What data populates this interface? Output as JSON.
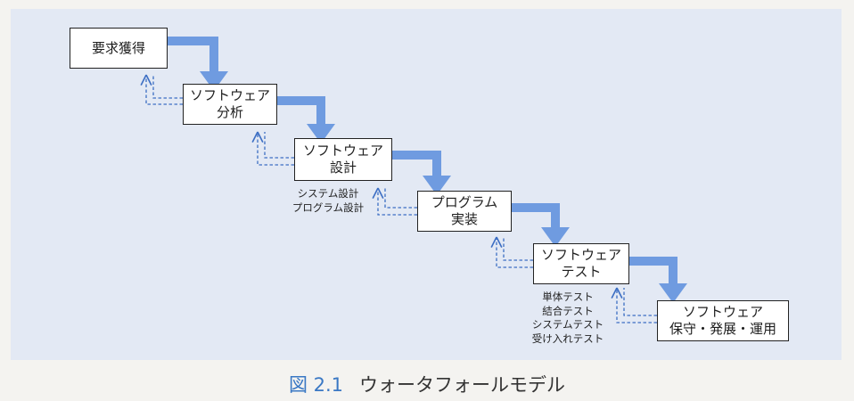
{
  "colors": {
    "panel": "#e3e9f4",
    "flow_arrow": "#6f9be0",
    "feedback_arrow": "#3d6fc4",
    "caption_label": "#3a78c4"
  },
  "boxes": [
    {
      "lines": [
        "要求獲得"
      ]
    },
    {
      "lines": [
        "ソフトウェア",
        "分析"
      ]
    },
    {
      "lines": [
        "ソフトウェア",
        "設計"
      ]
    },
    {
      "lines": [
        "プログラム",
        "実装"
      ]
    },
    {
      "lines": [
        "ソフトウェア",
        "テスト"
      ]
    },
    {
      "lines": [
        "ソフトウェア",
        "保守・発展・運用"
      ]
    }
  ],
  "notes": {
    "design": [
      "システム設計",
      "プログラム設計"
    ],
    "test": [
      "単体テスト",
      "結合テスト",
      "システムテスト",
      "受け入れテスト"
    ]
  },
  "caption": {
    "label": "図 2.1",
    "title": "ウォータフォールモデル"
  }
}
